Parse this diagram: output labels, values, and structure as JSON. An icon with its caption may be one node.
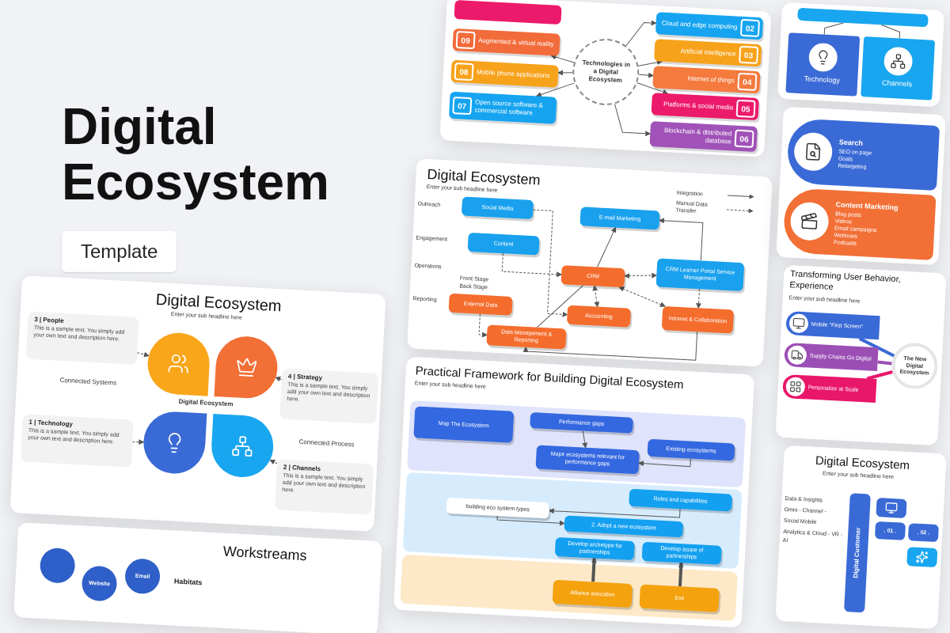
{
  "diagram": {
    "title": "Digital Ecosystem",
    "nodes": [
      {
        "text": [],
        "shape": "box"
      },
      {
        "text": [
          "Technologies in a Digital Ecosystem"
        ],
        "in": 0
      },
      {
        "text": [],
        "shape": "box",
        "in": 0
      },
      {
        "text": [
          "09",
          "Augmented & virtual reality"
        ],
        "in": 0
      },
      {
        "text": [
          "08",
          "Mobile phone applications"
        ],
        "in": 0
      },
      {
        "text": [
          "07",
          "Open source software & commercial software"
        ],
        "in": 0
      },
      {
        "text": [
          "02",
          "Cloud and edge computing"
        ],
        "in": 0
      },
      {
        "text": [
          "03",
          "Artificial intelligence"
        ],
        "in": 0
      },
      {
        "text": [
          "04",
          "Internet of things"
        ],
        "in": 0
      },
      {
        "text": [
          "05",
          "Platforms & social media"
        ],
        "in": 0
      },
      {
        "text": [
          "06",
          "Blockchain & distributed database"
        ],
        "in": 0
      },
      {
        "text": [
          "Digital Ecosystem",
          "Enter your sub headline here"
        ]
      },
      {
        "text": [
          "Social Media"
        ],
        "in": 11
      },
      {
        "text": [
          "E-mail Marketing"
        ],
        "in": 11
      },
      {
        "text": [
          "Content"
        ],
        "in": 11
      },
      {
        "text": [
          "CRM"
        ],
        "in": 11
      },
      {
        "text": [
          "CRM Learner Portal Service Management"
        ],
        "in": 11
      },
      {
        "text": [
          "External Data"
        ],
        "in": 11
      },
      {
        "text": [
          "Accounting"
        ],
        "in": 11
      },
      {
        "text": [
          "Intranet & Collaboration"
        ],
        "in": 11
      },
      {
        "text": [
          "Data Management & Reporting"
        ],
        "in": 11
      },
      {
        "text": [
          "Practical Framework for Building Digital Ecosystem",
          "Enter your sub headline here"
        ]
      },
      {
        "text": [
          "Map The Ecosystem"
        ],
        "in": 21
      },
      {
        "text": [
          "Performance gaps"
        ],
        "in": 21
      },
      {
        "text": [
          "Major ecosystems relevant for performance gaps"
        ],
        "in": 21
      },
      {
        "text": [
          "Existing ecosystems"
        ],
        "in": 21
      },
      {
        "text": [
          "Roles and capabilities"
        ],
        "in": 21
      },
      {
        "text": [
          "building eco system types"
        ],
        "in": 21
      },
      {
        "text": [
          "2. Adopt a new ecosystem"
        ],
        "in": 21
      },
      {
        "text": [
          "Develop archetype for partnerships"
        ],
        "in": 21
      },
      {
        "text": [
          "Develop scope of partnerships"
        ],
        "in": 21
      },
      {
        "text": [
          "Alliance execution"
        ],
        "in": 21
      },
      {
        "text": [
          "Exit"
        ],
        "in": 21
      },
      {
        "text": [
          "Digital Ecosystem",
          "Enter your sub headline here"
        ]
      },
      {
        "text": [
          "3 | People",
          "This is a sample text. You simply add your own text and description here."
        ],
        "in": 33
      },
      {
        "text": [
          "4 | Strategy",
          "This is a sample text. You simply add your own text and description here."
        ],
        "in": 33
      },
      {
        "text": [
          "1 | Technology",
          "This is a sample text. You simply add your own text and description here."
        ],
        "in": 33
      },
      {
        "text": [
          "2 | Channels",
          "This is a sample text. You simply add your own text and description here."
        ],
        "in": 33
      },
      {
        "text": [],
        "shape": "circle",
        "in": 33
      },
      {
        "text": [],
        "shape": "circle",
        "in": 33
      },
      {
        "text": [],
        "shape": "circle",
        "in": 33
      },
      {
        "text": [],
        "shape": "circle",
        "in": 33
      },
      {
        "text": [],
        "shape": "box"
      },
      {
        "text": [],
        "shape": "box",
        "in": 42
      },
      {
        "text": [
          "Technology"
        ],
        "in": 42
      },
      {
        "text": [
          "Channels"
        ],
        "in": 42
      },
      {
        "text": [],
        "shape": "box"
      },
      {
        "text": [
          "Search",
          "SEO on page",
          "Goals",
          "Retargeting"
        ],
        "in": 46
      },
      {
        "text": [
          "Content Marketing",
          "Blog posts",
          "Videos",
          "Email campaigns",
          "Webinars",
          "Podcasts"
        ],
        "in": 46
      },
      {
        "text": [
          "Transforming User Behavior, Experience",
          "Enter your sub headline here"
        ]
      },
      {
        "text": [
          "Mobile \"First Screen\""
        ],
        "in": 49
      },
      {
        "text": [
          "Supply Chains Go Digital"
        ],
        "in": 49
      },
      {
        "text": [
          "Personalize at Scale"
        ],
        "in": 49
      },
      {
        "text": [
          "The New Digital Ecosystem"
        ],
        "in": 49
      },
      {
        "text": [
          "Digital Ecosystem",
          "Enter your sub headline here"
        ]
      },
      {
        "text": [
          "Digital Customer"
        ],
        "in": 54
      },
      {
        "text": [
          ". 01 ."
        ],
        "in": 54
      },
      {
        "text": [
          ". 02 ."
        ],
        "in": 54
      },
      {
        "text": [
          "Workstreams"
        ]
      },
      {
        "text": [],
        "shape": "circle",
        "in": 58
      },
      {
        "text": [
          "Website"
        ],
        "in": 58
      },
      {
        "text": [
          "Email"
        ],
        "in": 58
      }
    ],
    "edges": [
      {
        "from": 1,
        "to": 3,
        "arrow": "to"
      },
      {
        "from": 1,
        "to": 4,
        "arrow": "to"
      },
      {
        "from": 1,
        "to": 5,
        "arrow": "to"
      },
      {
        "from": 1,
        "to": 6,
        "arrow": "to"
      },
      {
        "from": 1,
        "to": 7,
        "arrow": "to"
      },
      {
        "from": 1,
        "to": 8,
        "arrow": "to"
      },
      {
        "from": 1,
        "to": 9,
        "arrow": "to"
      },
      {
        "from": 1,
        "to": 10,
        "arrow": "to"
      },
      {
        "from": 12,
        "to": 18,
        "arrow": "to",
        "style": "dashed"
      },
      {
        "from": 14,
        "to": 15,
        "arrow": "to",
        "style": "dashed"
      },
      {
        "from": 15,
        "to": 13,
        "arrow": "to"
      },
      {
        "from": 16,
        "to": 13,
        "arrow": "to"
      },
      {
        "from": 15,
        "to": 16,
        "arrow": "both",
        "style": "dashed"
      },
      {
        "from": 19,
        "to": 15,
        "arrow": "both",
        "style": "dashed"
      },
      {
        "from": 16,
        "to": 19,
        "arrow": "to",
        "style": "dashed"
      },
      {
        "from": 17,
        "to": 20,
        "arrow": "to",
        "style": "dashed"
      },
      {
        "from": 15,
        "to": 20,
        "arrow": "none"
      },
      {
        "from": 18,
        "to": 15,
        "arrow": "both",
        "style": "dashed"
      },
      {
        "from": 19,
        "to": 20,
        "arrow": "to"
      },
      {
        "from": 23,
        "to": 24,
        "arrow": "to"
      },
      {
        "from": 25,
        "to": 24,
        "arrow": "to"
      },
      {
        "from": 26,
        "to": 27,
        "arrow": "to"
      },
      {
        "from": 27,
        "to": 28,
        "arrow": "to"
      },
      {
        "from": 31,
        "to": 29,
        "arrow": "to",
        "style": "thick"
      },
      {
        "from": 32,
        "to": 30,
        "arrow": "to",
        "style": "thick"
      },
      {
        "from": 34,
        "to": 38,
        "arrow": "to",
        "style": "dashed"
      },
      {
        "from": 36,
        "to": 40,
        "arrow": "to",
        "style": "dashed"
      },
      {
        "from": 35,
        "to": 39,
        "arrow": "to",
        "style": "dashed"
      },
      {
        "from": 37,
        "to": 41,
        "arrow": "to",
        "style": "dashed"
      },
      {
        "from": 43,
        "to": 44,
        "arrow": "none"
      },
      {
        "from": 43,
        "to": 45,
        "arrow": "none"
      },
      {
        "from": 50,
        "to": 53,
        "arrow": "none",
        "style": "thick",
        "color": "#3a6ad6"
      },
      {
        "from": 51,
        "to": 53,
        "arrow": "none",
        "style": "thick",
        "color": "#9b4fb5"
      },
      {
        "from": 52,
        "to": 53,
        "arrow": "none",
        "style": "thick",
        "color": "#e8176a"
      }
    ],
    "labels": [
      "Template",
      "Outreach",
      "Engagement",
      "Operations",
      "Reporting",
      "Front Stage",
      "Back Stage",
      "Connected Systems",
      "Connected Process",
      "Digital Ecosystem",
      "Habitats",
      "Data & Insights",
      "Omni - Channel -",
      "Social Mobile",
      "Analytics & Cloud - VR - AI"
    ],
    "legend": [
      {
        "text": "Integration"
      },
      {
        "text": "Manual Data Transfer"
      }
    ]
  }
}
